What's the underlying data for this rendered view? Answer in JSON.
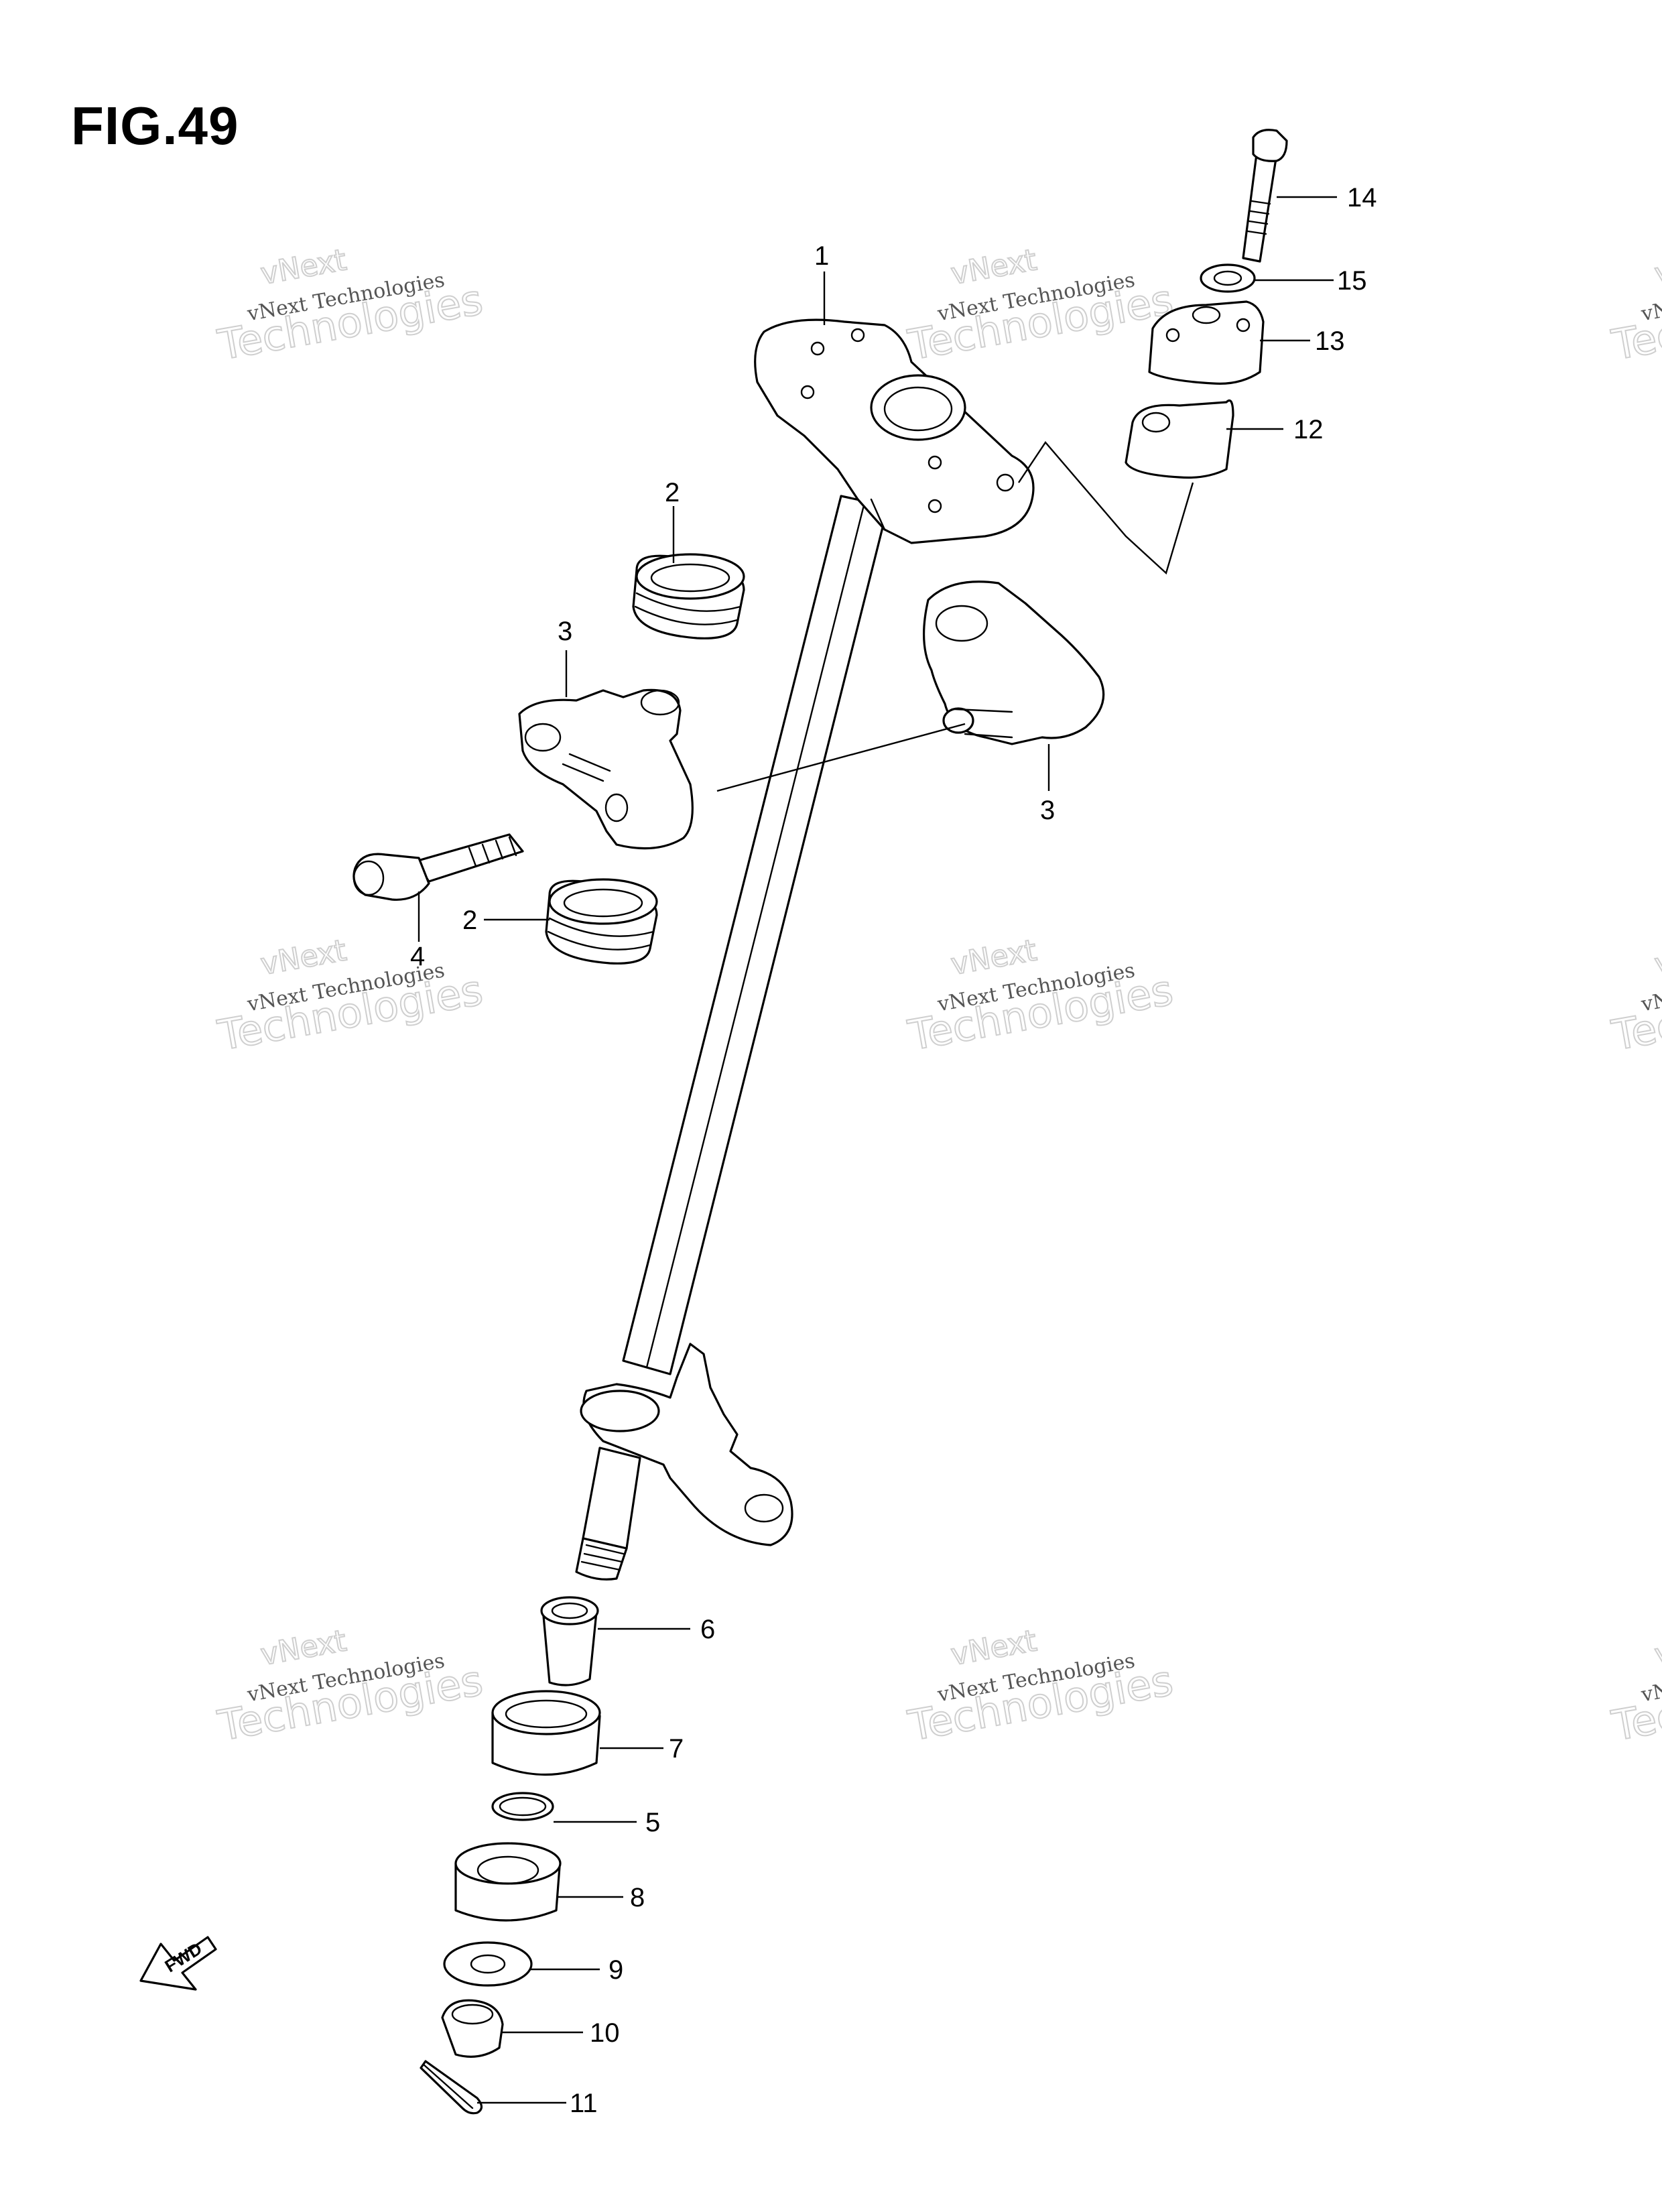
{
  "figure": {
    "title": "FIG.49"
  },
  "watermark": {
    "line1": "vNext",
    "line2": "vNext Technologies",
    "line3": "Technologies"
  },
  "callouts": {
    "c1": "1",
    "c2a": "2",
    "c2b": "2",
    "c3a": "3",
    "c3b": "3",
    "c4": "4",
    "c5": "5",
    "c6": "6",
    "c7": "7",
    "c8": "8",
    "c9": "9",
    "c10": "10",
    "c11": "11",
    "c12": "12",
    "c13": "13",
    "c14": "14",
    "c15": "15"
  },
  "fwd_marker": {
    "label": "FWD"
  }
}
